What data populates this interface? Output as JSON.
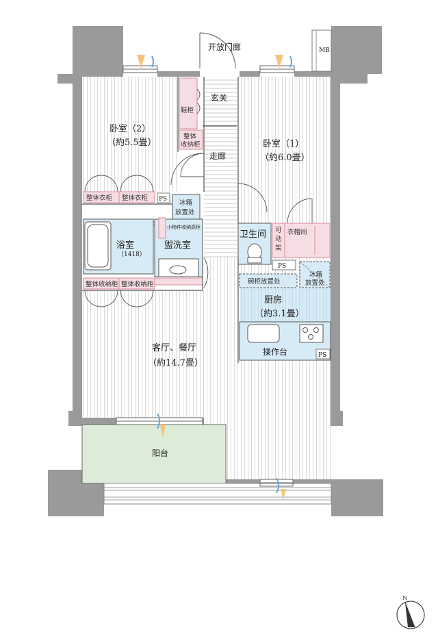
{
  "labels": {
    "outer_corridor": "开放门廊",
    "mb": "MB",
    "entrance": "玄关",
    "shoe_cabinet": "鞋柜",
    "storage_cab_1": "整体",
    "storage_cab_2": "收纳柜",
    "corridor": "走廊",
    "bedroom2": "卧室（2）",
    "bedroom2_size": "（約5.5畳）",
    "bedroom1": "卧室（1）",
    "bedroom1_size": "（約6.0畳）",
    "wardrobe_a": "整体衣柜",
    "wardrobe_b": "整体衣柜",
    "ps_a": "PS",
    "fridge_a_1": "冰箱",
    "fridge_a_2": "放置处",
    "small_item_cabinet": "小物件收纳高柜",
    "bathroom": "浴室",
    "bathroom_size": "（1418）",
    "washroom": "盥洗室",
    "toilet": "卫生间",
    "movable_1": "可",
    "movable_2": "动",
    "movable_3": "架",
    "hat_room": "衣帽间",
    "ps_b": "PS",
    "cupboard": "碗柜放置处",
    "fridge_b_1": "冰箱",
    "fridge_b_2": "放置处",
    "kitchen": "厨房",
    "kitchen_size": "（約3.1畳）",
    "storage_a": "整体收纳柜",
    "storage_b": "整体收纳柜",
    "living": "客厅、餐厅",
    "living_size": "（約14.7畳）",
    "counter": "操作台",
    "ps_c": "PS",
    "balcony": "阳台",
    "north": "N"
  },
  "colors": {
    "wall": "#9a9a9a",
    "wall_dark": "#8c8c8c",
    "floor_line": "#c9c9c9",
    "pink": "#f6dde3",
    "pink_line": "#d98a9a",
    "blue": "#d7ebf6",
    "green": "#dcecd8",
    "line": "#555555"
  }
}
